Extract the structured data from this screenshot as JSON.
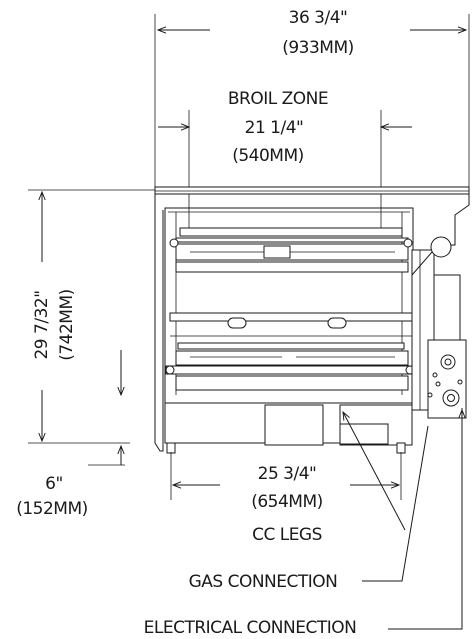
{
  "dimensions": {
    "overall_width": {
      "imperial": "36 3/4\"",
      "metric": "(933MM)"
    },
    "broil_zone": {
      "label": "BROIL ZONE",
      "imperial": "21 1/4\"",
      "metric": "(540MM)"
    },
    "height": {
      "imperial": "29 7/32\"",
      "metric": "(742MM)"
    },
    "leg_height": {
      "imperial": "6\"",
      "metric": "(152MM)"
    },
    "leg_spacing": {
      "imperial": "25 3/4\"",
      "metric": "(654MM)",
      "note": "CC LEGS"
    }
  },
  "callouts": {
    "gas": "GAS CONNECTION",
    "electrical": "ELECTRICAL CONNECTION"
  }
}
